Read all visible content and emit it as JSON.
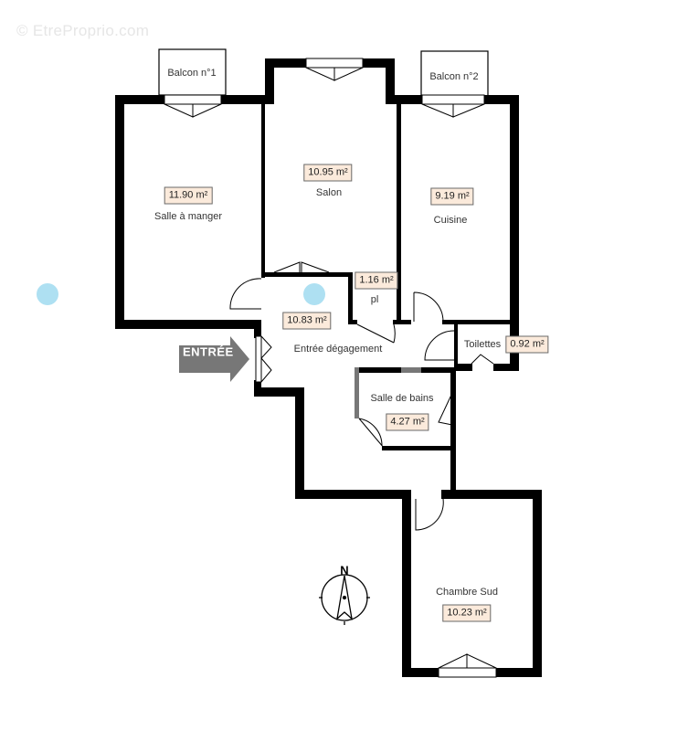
{
  "watermark": "© EtreProprio.com",
  "entrance_label": "ENTRÉE",
  "compass": {
    "north_label": "N"
  },
  "colors": {
    "wall": "#000000",
    "area_badge_bg": "#fbeadb",
    "marker_dot": "#aee0f2",
    "entrance_arrow": "#777777"
  },
  "rooms": {
    "balcon1": {
      "name": "Balcon n°1"
    },
    "balcon2": {
      "name": "Balcon n°2"
    },
    "salle_a_manger": {
      "name": "Salle à manger",
      "area": "11.90 m²"
    },
    "salon": {
      "name": "Salon",
      "area": "10.95 m²"
    },
    "cuisine": {
      "name": "Cuisine",
      "area": "9.19 m²"
    },
    "placard": {
      "name": "pl",
      "area": "1.16 m²"
    },
    "entree_degagement": {
      "name": "Entrée dégagement",
      "area": "10.83 m²"
    },
    "toilettes": {
      "name": "Toilettes",
      "area": "0.92 m²"
    },
    "salle_de_bains": {
      "name": "Salle de bains",
      "area": "4.27 m²"
    },
    "chambre_sud": {
      "name": "Chambre Sud",
      "area": "10.23 m²"
    }
  }
}
